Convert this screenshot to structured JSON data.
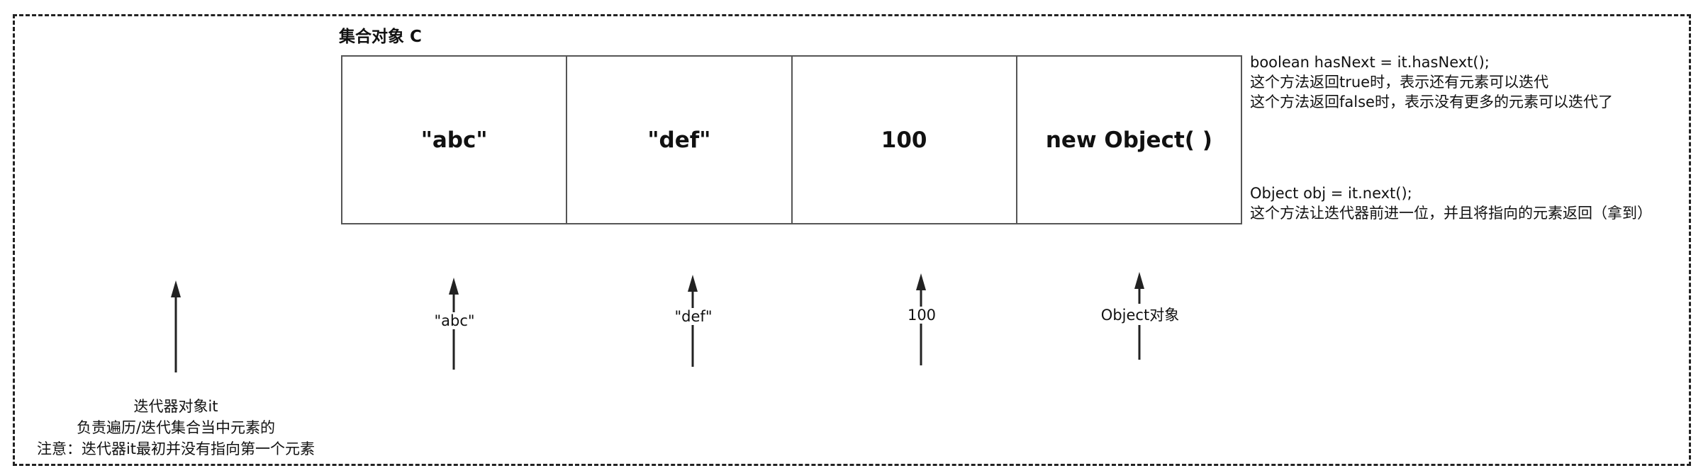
{
  "diagram": {
    "title": "集合对象 C",
    "cells": [
      "\"abc\"",
      "\"def\"",
      "100",
      "new Object( )"
    ],
    "has_next": {
      "code": "boolean hasNext = it.hasNext();",
      "line1": "这个方法返回true时，表示还有元素可以迭代",
      "line2": "这个方法返回false时，表示没有更多的元素可以迭代了"
    },
    "next": {
      "code": "Object obj = it.next();",
      "line1": "这个方法让迭代器前进一位，并且将指向的元素返回（拿到）"
    },
    "arrow_labels": [
      "\"abc\"",
      "\"def\"",
      "100",
      "Object对象"
    ],
    "iterator": {
      "line1": "迭代器对象it",
      "line2": "负责遍历/迭代集合当中元素的",
      "line3": "注意：迭代器it最初并没有指向第一个元素"
    }
  }
}
